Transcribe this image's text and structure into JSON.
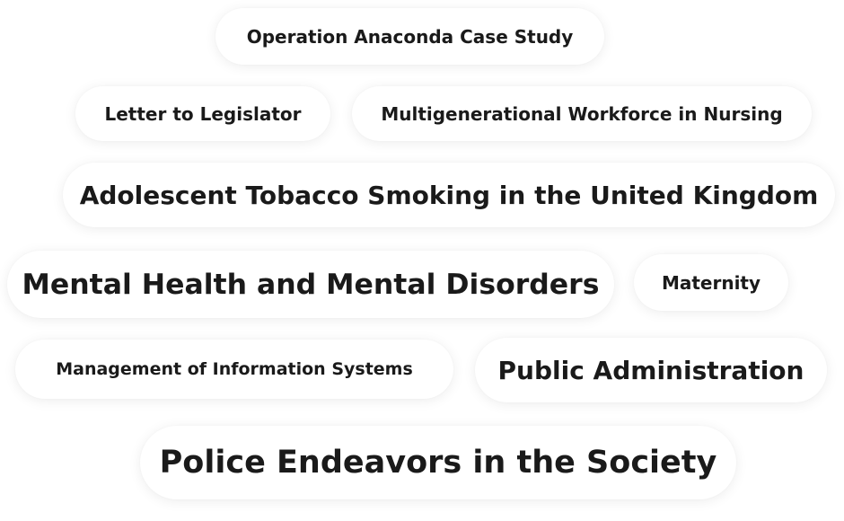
{
  "tags": [
    {
      "label": "Operation Anaconda Case Study"
    },
    {
      "label": "Letter to Legislator"
    },
    {
      "label": "Multigenerational Workforce in Nursing"
    },
    {
      "label": "Adolescent Tobacco Smoking in the United Kingdom"
    },
    {
      "label": "Mental Health and Mental Disorders"
    },
    {
      "label": "Maternity"
    },
    {
      "label": "Management of Information Systems"
    },
    {
      "label": "Public Administration"
    },
    {
      "label": "Police Endeavors in the Society"
    }
  ]
}
